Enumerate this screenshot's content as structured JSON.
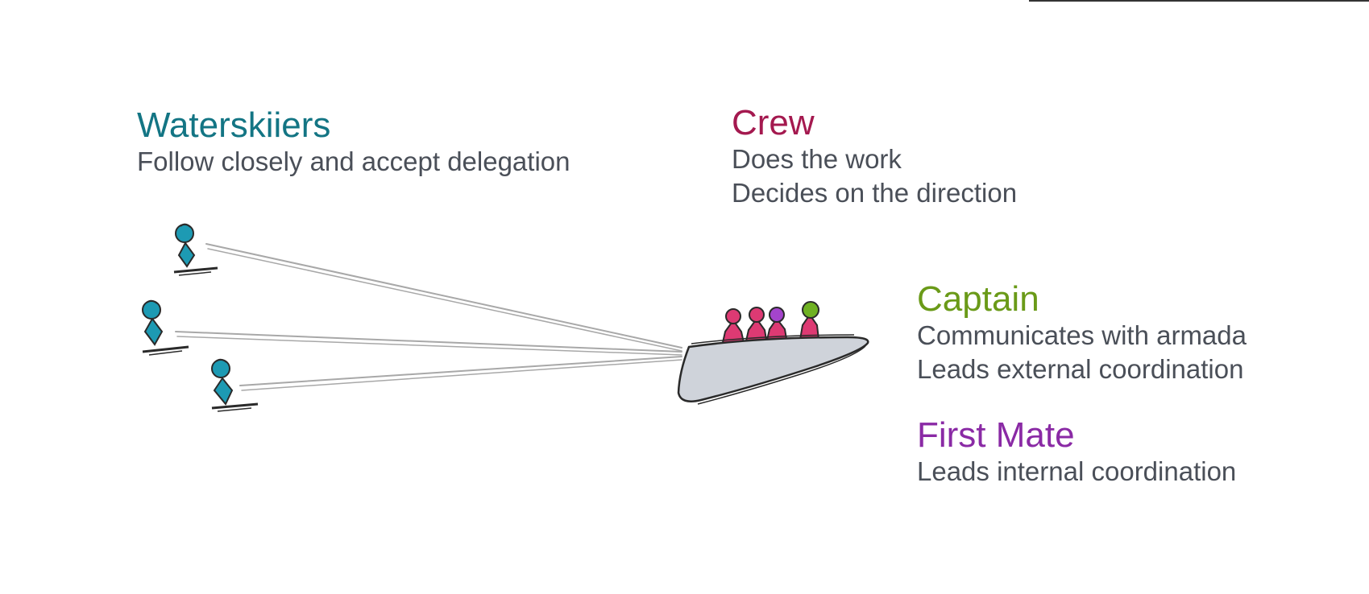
{
  "colors": {
    "waterskiiers": "#137584",
    "crew": "#a4194f",
    "captain": "#6a9a18",
    "first_mate": "#8a2aa5",
    "body_text": "#4a4f58",
    "skier_fill": "#1d9ab3",
    "crew_fill": "#dd3a73",
    "captain_fill": "#6fb122",
    "first_mate_fill": "#a444cc",
    "boat_fill": "#cfd3da",
    "rope": "#a8a8a8",
    "outline": "#2a2a2a"
  },
  "waterskiiers": {
    "title": "Waterskiiers",
    "lines": [
      "Follow closely and accept delegation"
    ]
  },
  "crew": {
    "title": "Crew",
    "lines": [
      "Does the work",
      "Decides on the direction"
    ]
  },
  "captain": {
    "title": "Captain",
    "lines": [
      "Communicates with armada",
      "Leads external coordination"
    ]
  },
  "first_mate": {
    "title": "First Mate",
    "lines": [
      "Leads internal coordination"
    ]
  },
  "icons": {
    "boat": "speedboat-icon",
    "skier": "waterskier-icon",
    "crew_member": "crew-person-icon",
    "captain": "captain-person-icon",
    "first_mate": "first-mate-person-icon",
    "rope": "tow-rope"
  }
}
